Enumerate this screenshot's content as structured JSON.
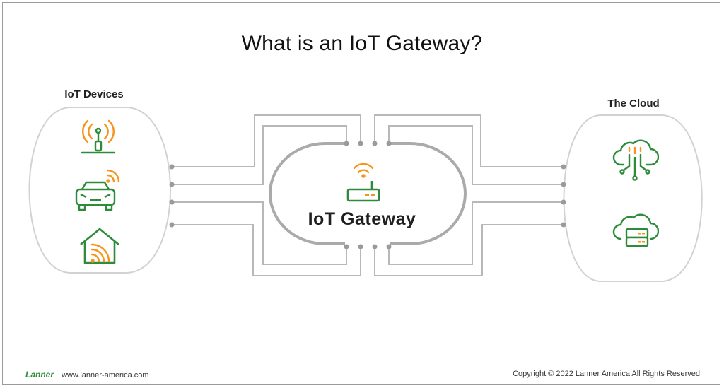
{
  "title": "What is an IoT Gateway?",
  "devices": {
    "label": "IoT Devices",
    "icons": [
      "antenna-tower-icon",
      "car-icon",
      "house-icon"
    ]
  },
  "gateway": {
    "label": "IoT Gateway",
    "icon": "router-icon"
  },
  "cloud": {
    "label": "The Cloud",
    "icons": [
      "cloud-circuit-icon",
      "cloud-server-icon"
    ]
  },
  "footer": {
    "brand": "Lanner",
    "website": "www.lanner-america.com",
    "copyright": "Copyright © 2022 Lanner America All Rights Reserved"
  },
  "colors": {
    "green": "#2e8b3a",
    "orange": "#f7941d",
    "line_gray": "#b5b5b5",
    "dot_gray": "#9a9a9a"
  }
}
